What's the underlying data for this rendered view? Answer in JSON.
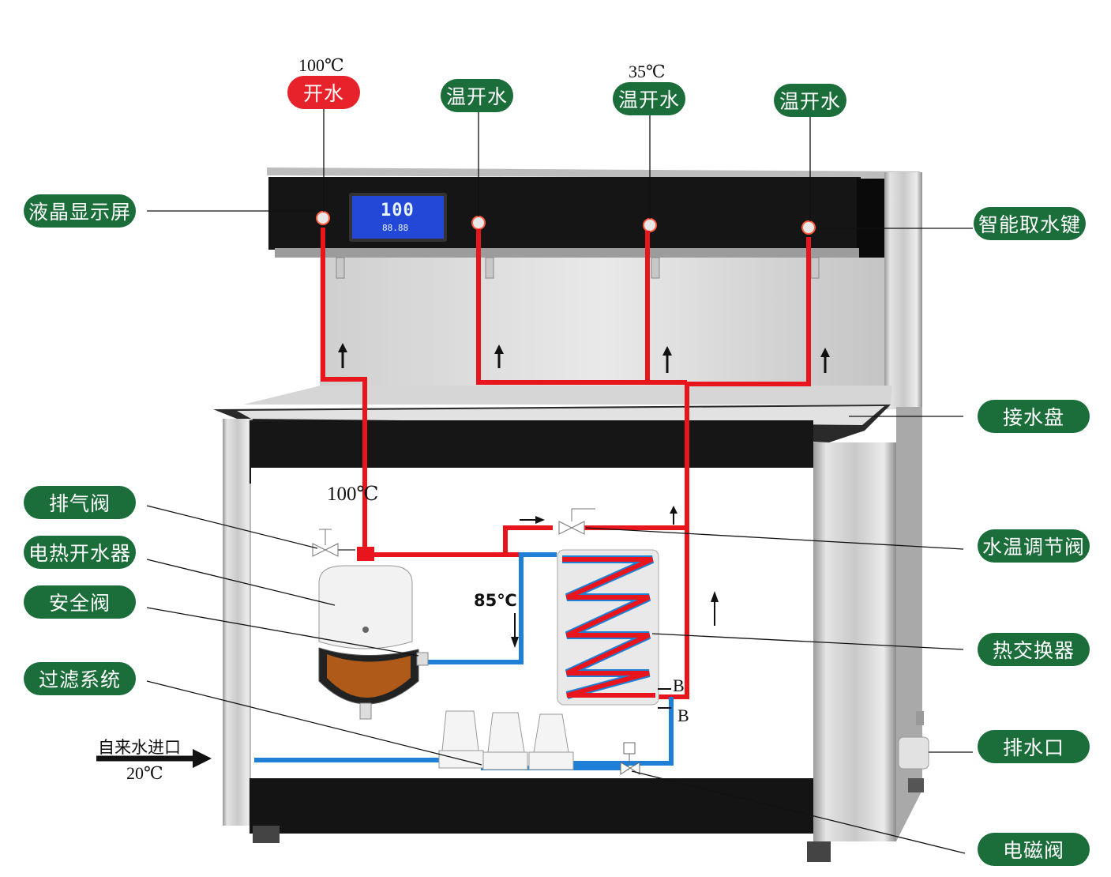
{
  "temps": {
    "top_boil": "100℃",
    "top_warm": "35℃",
    "heater_out": "100℃",
    "exchange": "85℃",
    "inlet": "20℃"
  },
  "labels": {
    "boiling": "开水",
    "warm1": "温开水",
    "warm2": "温开水",
    "warm3": "温开水",
    "lcd": "液晶显示屏",
    "key": "智能取水键",
    "tray": "接水盘",
    "vent_valve": "排气阀",
    "heater": "电热开水器",
    "safety_valve": "安全阀",
    "filter": "过滤系统",
    "temp_valve": "水温调节阀",
    "exchanger": "热交换器",
    "drain": "排水口",
    "solenoid": "电磁阀",
    "inlet": "自来水进口"
  },
  "lcd": {
    "value": "100",
    "sub": "88.88"
  },
  "exchanger_marks": {
    "b1": "B",
    "b2": "B"
  },
  "colors": {
    "green": "#1b6e3a",
    "red_pill": "#e8222b",
    "hot_pipe": "#e8161c",
    "cold_pipe": "#1e7fd6",
    "lcd": "#2348d8"
  }
}
